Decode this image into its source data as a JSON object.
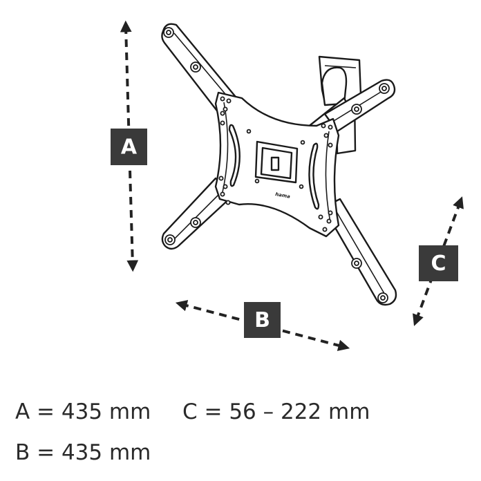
{
  "labels": {
    "a": "A",
    "b": "B",
    "c": "C"
  },
  "brand": "hama",
  "specs": {
    "a": "A = 435 mm",
    "b": "B = 435 mm",
    "c": "C = 56 – 222 mm"
  }
}
